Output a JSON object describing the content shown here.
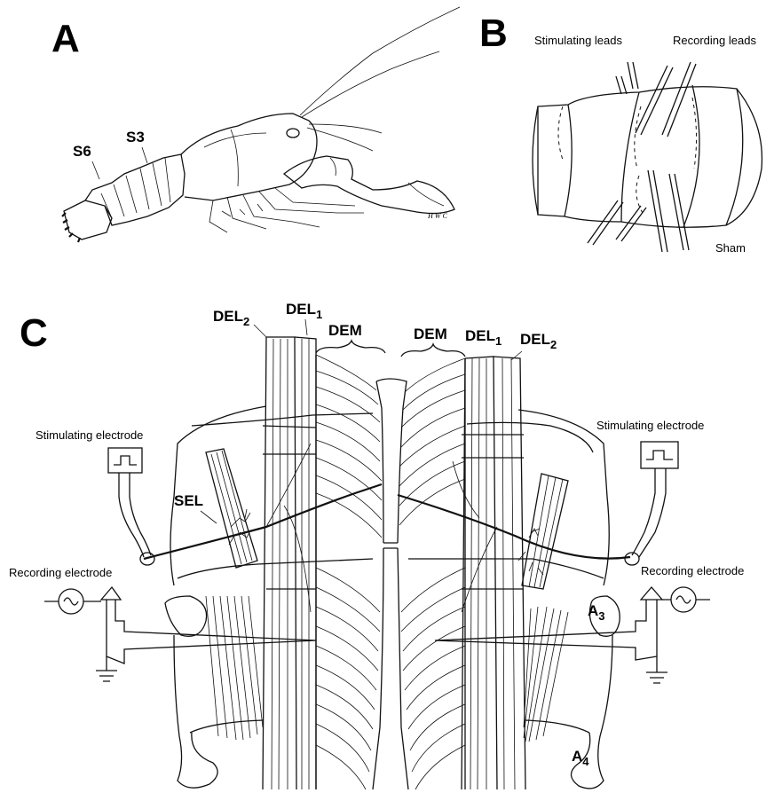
{
  "panels": {
    "a": {
      "letter": "A",
      "labels": {
        "s6": "S6",
        "s3": "S3",
        "signature": "H W C"
      }
    },
    "b": {
      "letter": "B",
      "labels": {
        "stimulating_leads": "Stimulating leads",
        "recording_leads": "Recording leads",
        "sham": "Sham"
      }
    },
    "c": {
      "letter": "C",
      "labels": {
        "del2_left": "DEL",
        "del2_left_sub": "2",
        "del1_left": "DEL",
        "del1_left_sub": "1",
        "dem_left": "DEM",
        "dem_right": "DEM",
        "del1_right": "DEL",
        "del1_right_sub": "1",
        "del2_right": "DEL",
        "del2_right_sub": "2",
        "sel": "SEL",
        "stim_left": "Stimulating electrode",
        "stim_right": "Stimulating electrode",
        "rec_left": "Recording electrode",
        "rec_right": "Recording electrode",
        "a3": "A",
        "a3_sub": "3",
        "a4": "A",
        "a4_sub": "4"
      }
    }
  }
}
